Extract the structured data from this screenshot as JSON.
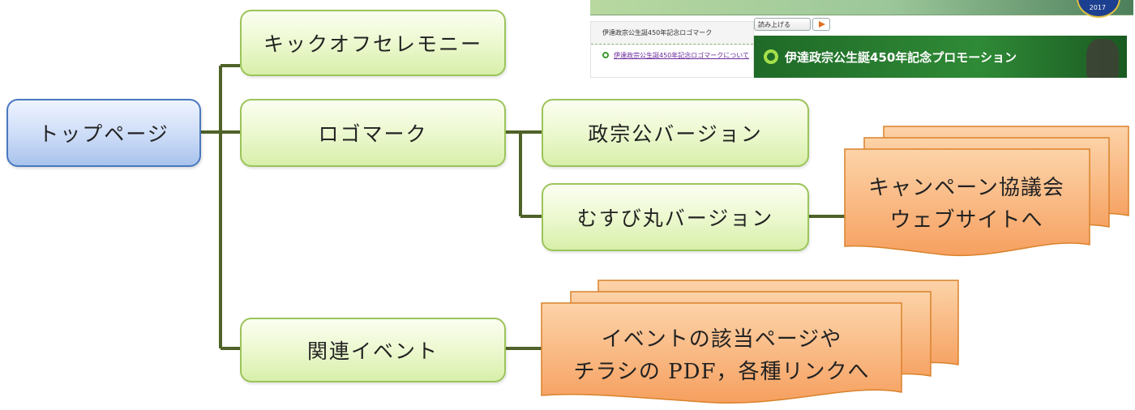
{
  "nodes": {
    "top": "トップページ",
    "kickoff": "キックオフセレモニー",
    "logo": "ロゴマーク",
    "masamune": "政宗公バージョン",
    "musubimaru": "むすび丸バージョン",
    "events": "関連イベント"
  },
  "documents": {
    "campaign": [
      "キャンペーン協議会",
      "ウェブサイトへ"
    ],
    "event_links": [
      "イベントの該当ページや",
      "チラシの PDF，各種リンクへ"
    ]
  },
  "website_screenshot": {
    "sidebar_heading": "伊達政宗公生誕450年記念ロゴマーク",
    "sidebar_link": "伊達政宗公生誕450年記念ロゴマークについて",
    "read_aloud": "読み上げる",
    "promo_title": "伊達政宗公生誕450年記念プロモーション",
    "emblem_year": "2017"
  },
  "colors": {
    "connector": "#4f6228",
    "green_fill": "#eef9d3",
    "blue_fill": "#cfdef8",
    "doc_fill": "#fbbf8a"
  }
}
